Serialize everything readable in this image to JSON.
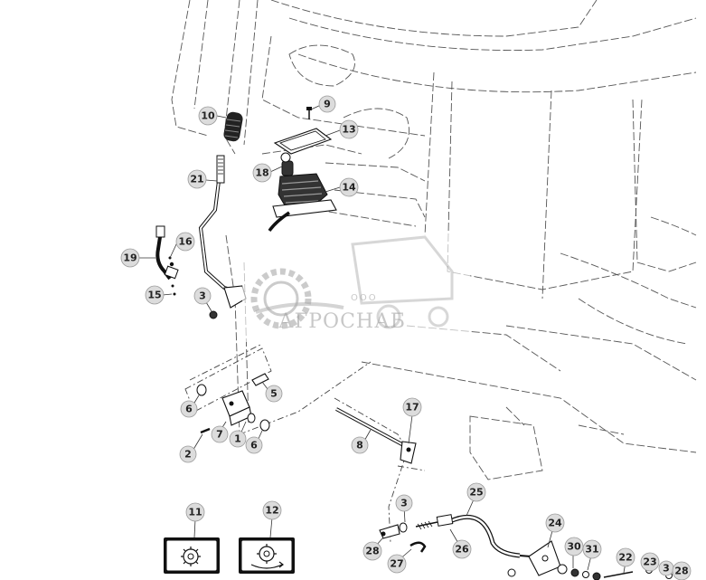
{
  "watermark": {
    "prefix": "ООО",
    "brand": "АГРОСНАБ"
  },
  "callouts": {
    "n1": "1",
    "n2": "2",
    "n3a": "3",
    "n3b": "3",
    "n3c": "3",
    "n5": "5",
    "n6a": "6",
    "n6b": "6",
    "n7": "7",
    "n8": "8",
    "n9": "9",
    "n10": "10",
    "n11": "11",
    "n12": "12",
    "n13": "13",
    "n14": "14",
    "n15": "15",
    "n16": "16",
    "n17": "17",
    "n18": "18",
    "n19": "19",
    "n21": "21",
    "n22": "22",
    "n23": "23",
    "n24": "24",
    "n25": "25",
    "n26": "26",
    "n27": "27",
    "n28a": "28",
    "n28b": "28",
    "n30": "30",
    "n31": "31"
  }
}
